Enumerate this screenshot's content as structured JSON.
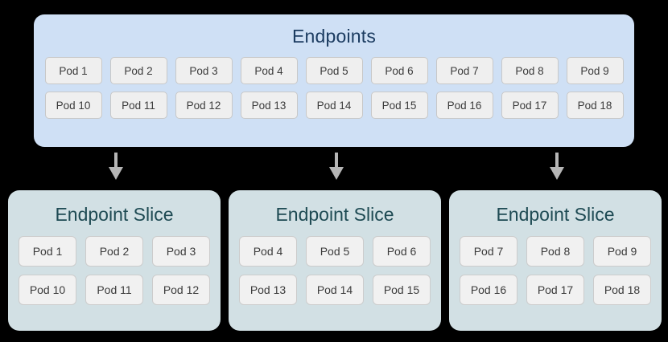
{
  "colors": {
    "background": "#000000",
    "endpoints_panel_bg": "#cfe0f5",
    "endpoints_title": "#1c3c61",
    "slice_panel_bg": "#d2e0e4",
    "slice_title": "#1e4a53",
    "pod_bg": "#efefef",
    "pod_border": "#c8c8c8",
    "pod_text": "#3b3b3b",
    "arrow": "#b6b6b6"
  },
  "endpoints": {
    "title": "Endpoints",
    "rows": [
      [
        "Pod 1",
        "Pod 2",
        "Pod 3",
        "Pod 4",
        "Pod 5",
        "Pod 6",
        "Pod 7",
        "Pod 8",
        "Pod 9"
      ],
      [
        "Pod 10",
        "Pod 11",
        "Pod 12",
        "Pod 13",
        "Pod 14",
        "Pod 15",
        "Pod 16",
        "Pod 17",
        "Pod 18"
      ]
    ]
  },
  "arrows": [
    {
      "name": "arrow-to-slice-1"
    },
    {
      "name": "arrow-to-slice-2"
    },
    {
      "name": "arrow-to-slice-3"
    }
  ],
  "slices": [
    {
      "title": "Endpoint Slice",
      "rows": [
        [
          "Pod 1",
          "Pod 2",
          "Pod 3"
        ],
        [
          "Pod 10",
          "Pod 11",
          "Pod 12"
        ]
      ]
    },
    {
      "title": "Endpoint Slice",
      "rows": [
        [
          "Pod 4",
          "Pod 5",
          "Pod 6"
        ],
        [
          "Pod 13",
          "Pod 14",
          "Pod 15"
        ]
      ]
    },
    {
      "title": "Endpoint Slice",
      "rows": [
        [
          "Pod 7",
          "Pod 8",
          "Pod 9"
        ],
        [
          "Pod 16",
          "Pod 17",
          "Pod 18"
        ]
      ]
    }
  ]
}
